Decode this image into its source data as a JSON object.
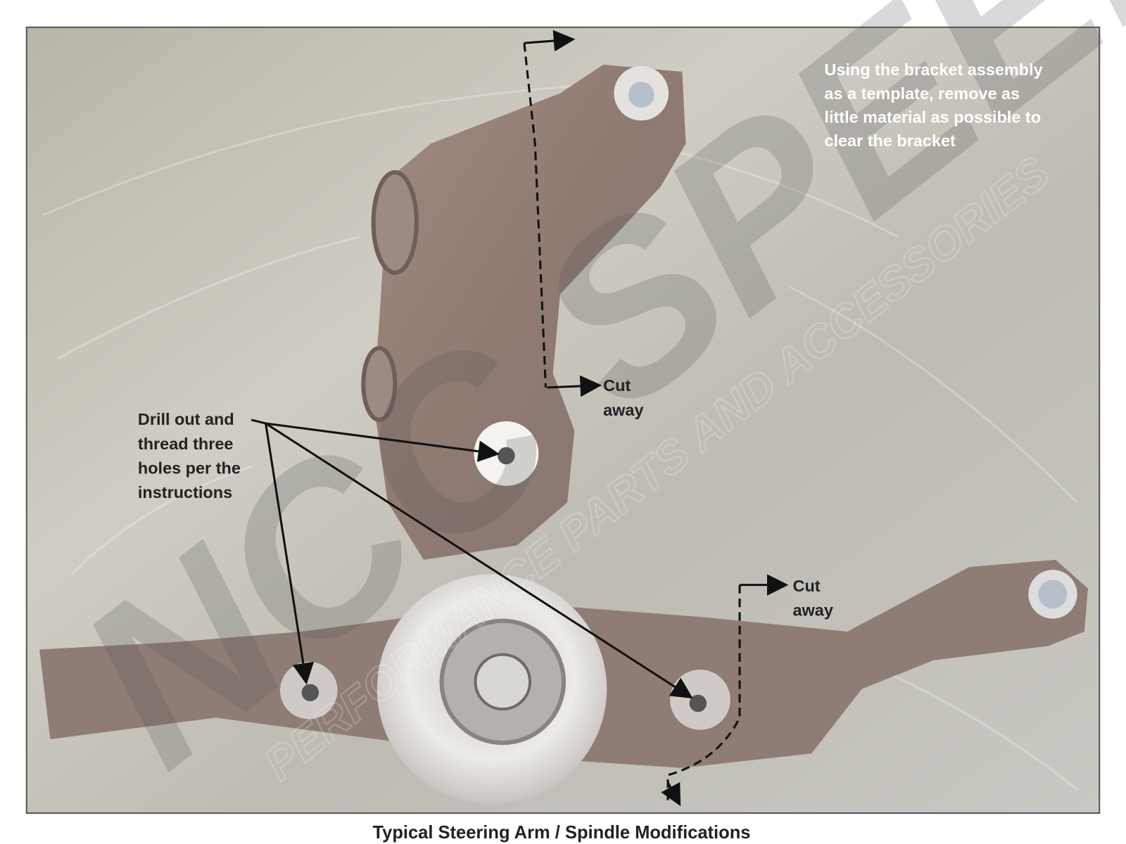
{
  "photo": {
    "note_top_right": [
      "Using the bracket assembly",
      "as a template, remove as",
      "little material as possible to",
      "clear the bracket"
    ],
    "drill_note": [
      "Drill out and",
      "thread three",
      "holes per the",
      "instructions"
    ],
    "cut_away_upper": [
      "Cut",
      "away"
    ],
    "cut_away_lower": [
      "Cut",
      "away"
    ],
    "watermark_brand": "NCC SPEED",
    "watermark_tagline": "PERFORMANCE PARTS AND ACCESSORIES"
  },
  "caption": "Typical Steering Arm / Spindle Modifications"
}
